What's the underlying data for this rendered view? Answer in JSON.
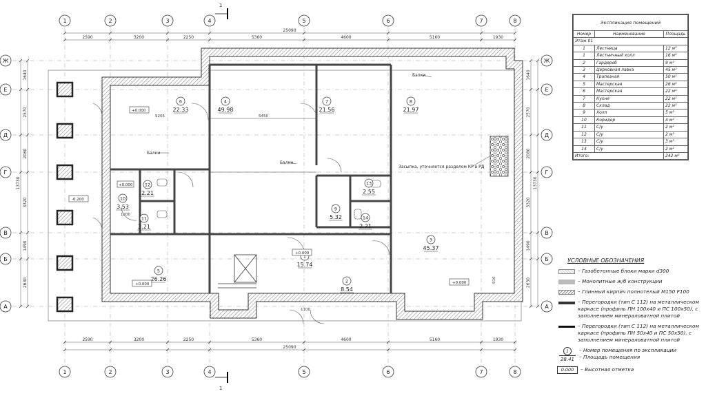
{
  "axes": {
    "numbers": [
      "1",
      "2",
      "3",
      "4",
      "5",
      "6",
      "7",
      "8"
    ],
    "letters": [
      "Ж",
      "Е",
      "Д",
      "Г",
      "В",
      "Б",
      "А"
    ]
  },
  "section_mark": "1",
  "dimensions": {
    "top_segments": [
      "2590",
      "3200",
      "2250",
      "5360",
      "4600",
      "5160",
      "1930"
    ],
    "top_total": "25090",
    "bottom_segments": [
      "2590",
      "3200",
      "2250",
      "5360",
      "4600",
      "5160",
      "1930"
    ],
    "bottom_total": "25090",
    "left_segments": [
      "1640",
      "2570",
      "2080",
      "3320",
      "1490",
      "2630"
    ],
    "left_total": "13730",
    "right_segments": [
      "1640",
      "2570",
      "2080",
      "3320",
      "1490",
      "2630"
    ],
    "right_total": "13730",
    "inner_5450": "5450",
    "inner_5205": "5205",
    "inner_1200": "1200",
    "inner_1100": "1100",
    "inner_910": "910"
  },
  "rooms": [
    {
      "num": "6",
      "area": "22.33"
    },
    {
      "num": "4",
      "area": "49.98"
    },
    {
      "num": "7",
      "area": "21.56"
    },
    {
      "num": "8",
      "area": "21.97"
    },
    {
      "num": "12",
      "area": "2.21"
    },
    {
      "num": "10",
      "area": "3.53"
    },
    {
      "num": "11",
      "area": "2.21"
    },
    {
      "num": "13",
      "area": "2.55"
    },
    {
      "num": "9",
      "area": "5.32"
    },
    {
      "num": "14",
      "area": "2.21"
    },
    {
      "num": "3",
      "area": "45.37"
    },
    {
      "num": "5",
      "area": "26.26"
    },
    {
      "num": "1",
      "area": "15.74"
    },
    {
      "num": "2",
      "area": "8.54"
    }
  ],
  "elevations": {
    "e1": "+0.000",
    "e2": "+0.000",
    "e3": "-0.200",
    "e4": "+0.000",
    "e5": "+0.000",
    "e6": "+0.000"
  },
  "notes": {
    "balki1": "Балки",
    "balki2": "Балки",
    "balki3": "Балки",
    "zasypka": "Засыпка, уточняется разделом КР в РД"
  },
  "explication": {
    "title": "Экспликация помещений",
    "col_num": "Номер",
    "col_name": "Наименование",
    "col_area": "Площадь",
    "floor": "Этаж 01",
    "rows": [
      {
        "n": "1",
        "name": "Лестница",
        "area": "12 м²"
      },
      {
        "n": "1",
        "name": "Лестничный холл",
        "area": "16 м²"
      },
      {
        "n": "2",
        "name": "Гардероб",
        "area": "9 м²"
      },
      {
        "n": "3",
        "name": "Церковная лавка",
        "area": "45 м²"
      },
      {
        "n": "4",
        "name": "Трапезная",
        "area": "50 м²"
      },
      {
        "n": "5",
        "name": "Мастерская",
        "area": "26 м²"
      },
      {
        "n": "6",
        "name": "Мастерская",
        "area": "22 м²"
      },
      {
        "n": "7",
        "name": "Кухня",
        "area": "22 м²"
      },
      {
        "n": "8",
        "name": "Склад",
        "area": "22 м²"
      },
      {
        "n": "9",
        "name": "Холл",
        "area": "5 м²"
      },
      {
        "n": "10",
        "name": "Коридор",
        "area": "4 м²"
      },
      {
        "n": "11",
        "name": "С/у",
        "area": "2 м²"
      },
      {
        "n": "12",
        "name": "С/у",
        "area": "2 м²"
      },
      {
        "n": "13",
        "name": "С/у",
        "area": "3 м²"
      },
      {
        "n": "14",
        "name": "С/у",
        "area": "2 м²"
      }
    ],
    "total_label": "Итого:",
    "total_area": "242 м²"
  },
  "legend": {
    "title": "УСЛОВНЫЕ ОБОЗНАЧЕНИЯ",
    "gas": "– Газобетонные блоки марки d300",
    "mono": "– Монолитные ж/б конструкции",
    "brick": "– Глинный кирпич полнотелый М150 F100",
    "part1": "– Перегородки (тип С 112) на металлическом каркасе (профиль ПН 100x40 и ПС 100x50), с заполнением минераловатной плитой",
    "part2": "– Перегородки (тип С 112) на металлическом каркасе (профиль ПН 50x40 и ПС 50x50), с заполнением минераловатной плитой",
    "sym_num": "1",
    "sym_area": "28.41",
    "room_num": "– Номер помещения по экспликации",
    "room_area": "– Площадь помещения",
    "elev_val": "0.000",
    "elev_text": "– Высотная отметка"
  }
}
